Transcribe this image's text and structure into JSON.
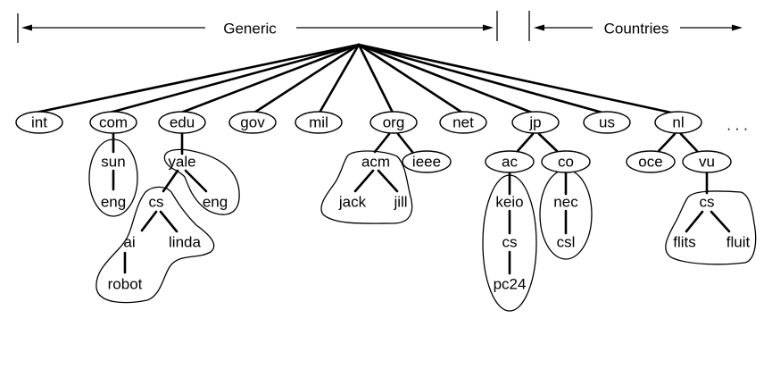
{
  "header": {
    "generic_label": "Generic",
    "countries_label": "Countries"
  },
  "root": "",
  "top_level": [
    "int",
    "com",
    "edu",
    "gov",
    "mil",
    "org",
    "net",
    "jp",
    "us",
    "nl"
  ],
  "ellipsis": ". . .",
  "nodes": {
    "int": "int",
    "com": "com",
    "edu": "edu",
    "gov": "gov",
    "mil": "mil",
    "org": "org",
    "net": "net",
    "jp": "jp",
    "us": "us",
    "nl": "nl",
    "sun": "sun",
    "sun_eng": "eng",
    "yale": "yale",
    "yale_eng": "eng",
    "yale_cs": "cs",
    "ai": "ai",
    "linda": "linda",
    "robot": "robot",
    "acm": "acm",
    "ieee": "ieee",
    "jack": "jack",
    "jill": "jill",
    "ac": "ac",
    "co": "co",
    "keio": "keio",
    "keio_cs": "cs",
    "pc24": "pc24",
    "nec": "nec",
    "csl": "csl",
    "oce": "oce",
    "vu": "vu",
    "vu_cs": "cs",
    "flits": "flits",
    "fluit": "fluit"
  },
  "tree": [
    {
      "name": "int"
    },
    {
      "name": "com",
      "children": [
        {
          "name": "sun",
          "children": [
            {
              "name": "eng"
            }
          ]
        }
      ]
    },
    {
      "name": "edu",
      "children": [
        {
          "name": "yale",
          "children": [
            {
              "name": "cs",
              "children": [
                {
                  "name": "ai",
                  "children": [
                    {
                      "name": "robot"
                    }
                  ]
                },
                {
                  "name": "linda"
                }
              ]
            },
            {
              "name": "eng"
            }
          ]
        }
      ]
    },
    {
      "name": "gov"
    },
    {
      "name": "mil"
    },
    {
      "name": "org",
      "children": [
        {
          "name": "acm",
          "children": [
            {
              "name": "jack"
            },
            {
              "name": "jill"
            }
          ]
        },
        {
          "name": "ieee"
        }
      ]
    },
    {
      "name": "net"
    },
    {
      "name": "jp",
      "children": [
        {
          "name": "ac",
          "children": [
            {
              "name": "keio",
              "children": [
                {
                  "name": "cs",
                  "children": [
                    {
                      "name": "pc24"
                    }
                  ]
                }
              ]
            }
          ]
        },
        {
          "name": "co",
          "children": [
            {
              "name": "nec",
              "children": [
                {
                  "name": "csl"
                }
              ]
            }
          ]
        }
      ]
    },
    {
      "name": "us"
    },
    {
      "name": "nl",
      "children": [
        {
          "name": "oce"
        },
        {
          "name": "vu",
          "children": [
            {
              "name": "cs",
              "children": [
                {
                  "name": "flits"
                },
                {
                  "name": "fluit"
                }
              ]
            }
          ]
        }
      ]
    }
  ],
  "zones": [
    [
      "sun",
      "eng"
    ],
    [
      "yale",
      "eng"
    ],
    [
      "cs",
      "ai",
      "linda",
      "robot"
    ],
    [
      "acm",
      "jack",
      "jill"
    ],
    [
      "keio",
      "cs",
      "pc24"
    ],
    [
      "nec",
      "csl"
    ],
    [
      "cs",
      "flits",
      "fluit"
    ]
  ]
}
